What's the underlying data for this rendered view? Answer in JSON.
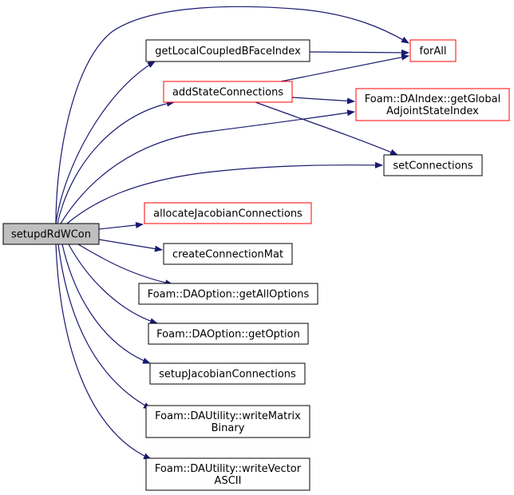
{
  "colors": {
    "edge": "#191970",
    "node_border": "#000000",
    "truncated_border": "#ff0000",
    "root_fill": "#bfbfbf",
    "node_fill": "#ffffff"
  },
  "nodes": [
    {
      "id": "setupdRdWCon",
      "lines": [
        "setupdRdWCon"
      ],
      "root": true,
      "truncated": false
    },
    {
      "id": "getLocalCoupledBFaceIndex",
      "lines": [
        "getLocalCoupledBFaceIndex"
      ],
      "root": false,
      "truncated": false
    },
    {
      "id": "forAll",
      "lines": [
        "forAll"
      ],
      "root": false,
      "truncated": true
    },
    {
      "id": "addStateConnections",
      "lines": [
        "addStateConnections"
      ],
      "root": false,
      "truncated": true
    },
    {
      "id": "getGlobalAdjointStateIndex",
      "lines": [
        "Foam::DAIndex::getGlobal",
        "AdjointStateIndex"
      ],
      "root": false,
      "truncated": true
    },
    {
      "id": "setConnections",
      "lines": [
        "setConnections"
      ],
      "root": false,
      "truncated": false
    },
    {
      "id": "allocateJacobianConnections",
      "lines": [
        "allocateJacobianConnections"
      ],
      "root": false,
      "truncated": true
    },
    {
      "id": "createConnectionMat",
      "lines": [
        "createConnectionMat"
      ],
      "root": false,
      "truncated": false
    },
    {
      "id": "getAllOptions",
      "lines": [
        "Foam::DAOption::getAllOptions"
      ],
      "root": false,
      "truncated": false
    },
    {
      "id": "getOption",
      "lines": [
        "Foam::DAOption::getOption"
      ],
      "root": false,
      "truncated": false
    },
    {
      "id": "setupJacobianConnections",
      "lines": [
        "setupJacobianConnections"
      ],
      "root": false,
      "truncated": false
    },
    {
      "id": "writeMatrixBinary",
      "lines": [
        "Foam::DAUtility::writeMatrix",
        "Binary"
      ],
      "root": false,
      "truncated": false
    },
    {
      "id": "writeVectorASCII",
      "lines": [
        "Foam::DAUtility::writeVector",
        "ASCII"
      ],
      "root": false,
      "truncated": false
    }
  ],
  "edges": [
    {
      "from": "setupdRdWCon",
      "to": "forAll"
    },
    {
      "from": "setupdRdWCon",
      "to": "getLocalCoupledBFaceIndex"
    },
    {
      "from": "setupdRdWCon",
      "to": "addStateConnections"
    },
    {
      "from": "setupdRdWCon",
      "to": "getGlobalAdjointStateIndex"
    },
    {
      "from": "setupdRdWCon",
      "to": "setConnections"
    },
    {
      "from": "setupdRdWCon",
      "to": "allocateJacobianConnections"
    },
    {
      "from": "setupdRdWCon",
      "to": "createConnectionMat"
    },
    {
      "from": "setupdRdWCon",
      "to": "getAllOptions"
    },
    {
      "from": "setupdRdWCon",
      "to": "getOption"
    },
    {
      "from": "setupdRdWCon",
      "to": "setupJacobianConnections"
    },
    {
      "from": "setupdRdWCon",
      "to": "writeMatrixBinary"
    },
    {
      "from": "setupdRdWCon",
      "to": "writeVectorASCII"
    },
    {
      "from": "getLocalCoupledBFaceIndex",
      "to": "forAll"
    },
    {
      "from": "addStateConnections",
      "to": "forAll"
    },
    {
      "from": "addStateConnections",
      "to": "getGlobalAdjointStateIndex"
    },
    {
      "from": "addStateConnections",
      "to": "setConnections"
    }
  ]
}
